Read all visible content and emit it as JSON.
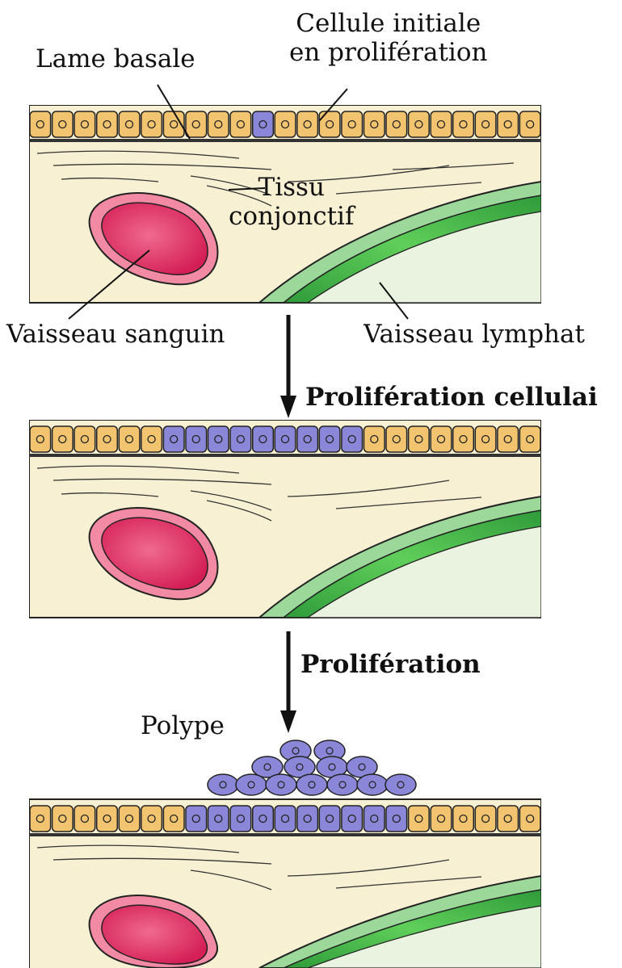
{
  "labels": {
    "basal_lamina": "Lame basale",
    "initial_cell_line1": "Cellule initiale",
    "initial_cell_line2": "en prolifération",
    "connective_line1": "Tissu",
    "connective_line2": "conjonctif",
    "blood_vessel": "Vaisseau sanguin",
    "lymph_vessel": "Vaisseau lymphat",
    "step1": "Prolifération cellulai",
    "step2": "Prolifération",
    "polyp": "Polype"
  },
  "colors": {
    "normal_cell": "#f2c470",
    "proliferating_cell": "#8b87d8",
    "connective_tissue": "#f7f0d2",
    "blood_vessel": "#e8336a",
    "lymph_vessel": "#3fb548",
    "outline": "#222222"
  }
}
